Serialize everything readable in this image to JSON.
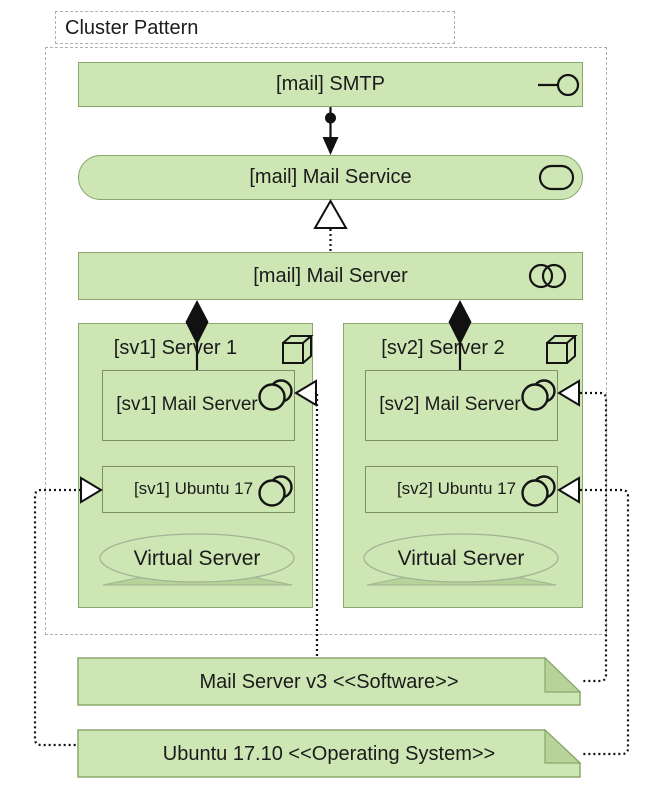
{
  "title": "Cluster Pattern",
  "nodes": {
    "smtp": "[mail] SMTP",
    "mailService": "[mail] Mail Service",
    "mailServer": "[mail] Mail Server",
    "server1": "[sv1] Server 1",
    "server1Mail": "[sv1] Mail Server",
    "server1Ubuntu": "[sv1] Ubuntu 17",
    "server1Vm": "Virtual Server",
    "server2": "[sv2] Server 2",
    "server2Mail": "[sv2] Mail Server",
    "server2Ubuntu": "[sv2] Ubuntu 17",
    "server2Vm": "Virtual Server"
  },
  "notes": {
    "software": "Mail Server v3 <<Software>>",
    "os": "Ubuntu 17.10 <<Operating System>>"
  },
  "icons": {
    "smtp": "interface-lollipop-icon",
    "mailService": "rounded-service-icon",
    "mailServer": "overlapping-circles-icon",
    "servers": "node-cube-icon",
    "components": "overlapping-circles-icon"
  },
  "colors": {
    "nodeFill": "#cde6b4",
    "nodeBorder": "#8aa86e",
    "innerBorder": "#7d9165",
    "noteFold": "#b7d399",
    "ellipseStroke": "#a3b295",
    "groupBorder": "#b0b0b0",
    "connector": "#111111",
    "text": "#1b1b1b"
  }
}
